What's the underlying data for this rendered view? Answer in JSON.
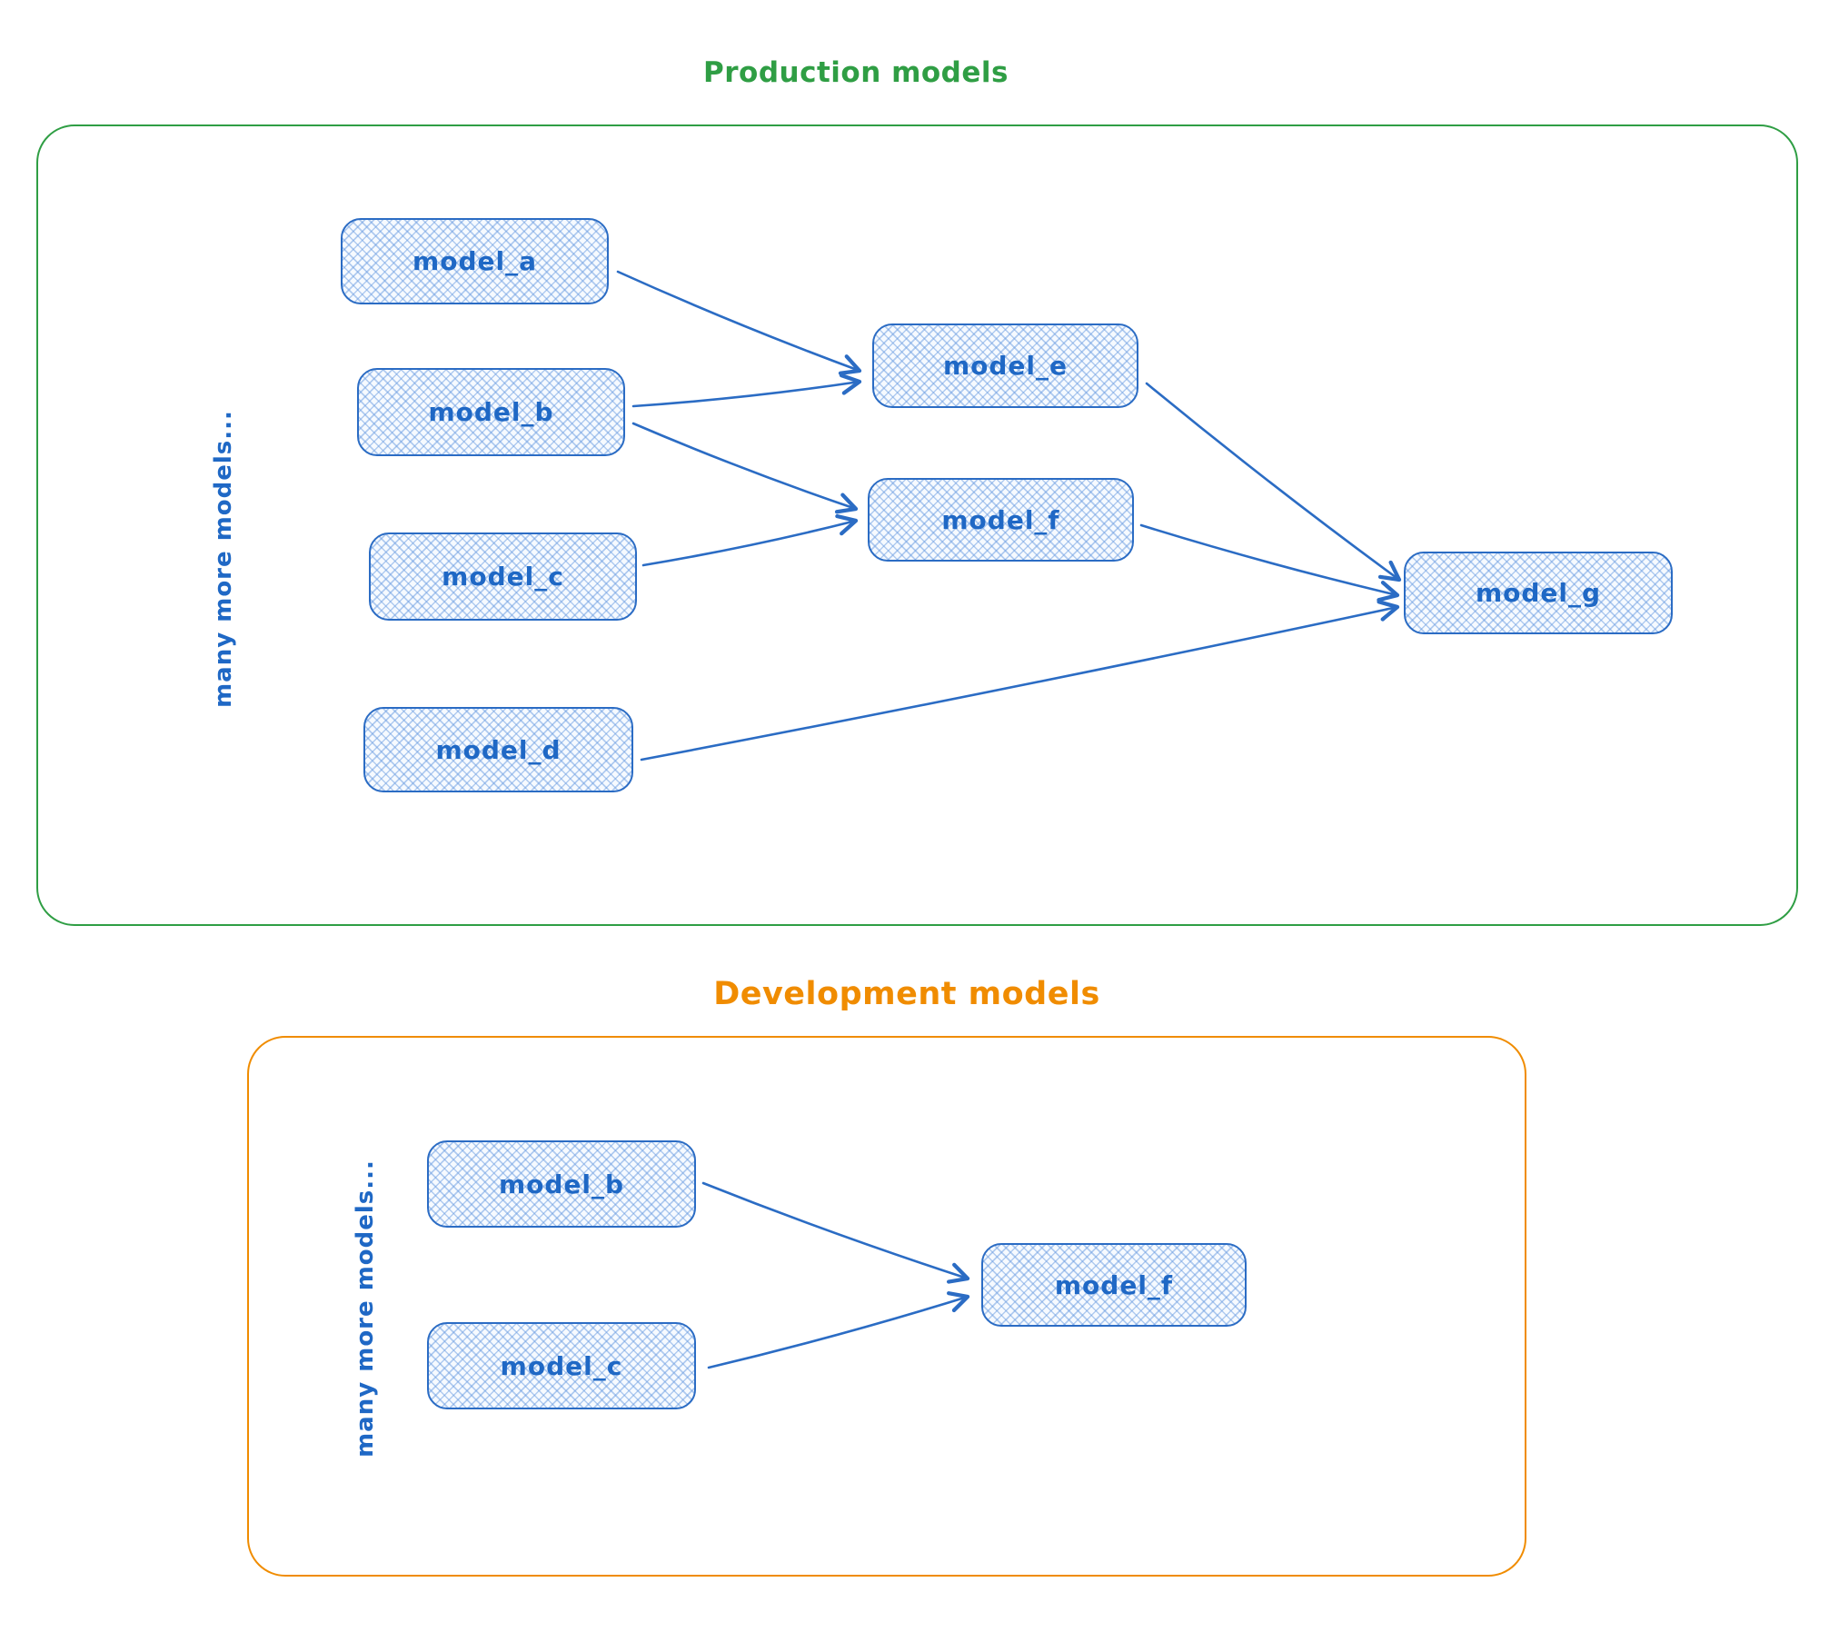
{
  "diagram": {
    "style": {
      "blue_stroke": "#2b6cc4",
      "blue_text": "#1f68c5",
      "green": "#2f9e44",
      "orange": "#f08c00",
      "node_fill": "#f6faff"
    },
    "sections": [
      {
        "id": "production",
        "title": "Production models",
        "side_label": "many more models...",
        "nodes": [
          {
            "id": "prod_model_a",
            "label": "model_a"
          },
          {
            "id": "prod_model_b",
            "label": "model_b"
          },
          {
            "id": "prod_model_c",
            "label": "model_c"
          },
          {
            "id": "prod_model_d",
            "label": "model_d"
          },
          {
            "id": "prod_model_e",
            "label": "model_e"
          },
          {
            "id": "prod_model_f",
            "label": "model_f"
          },
          {
            "id": "prod_model_g",
            "label": "model_g"
          }
        ],
        "edges": [
          {
            "from": "prod_model_a",
            "to": "prod_model_e"
          },
          {
            "from": "prod_model_b",
            "to": "prod_model_e"
          },
          {
            "from": "prod_model_b",
            "to": "prod_model_f"
          },
          {
            "from": "prod_model_c",
            "to": "prod_model_f"
          },
          {
            "from": "prod_model_e",
            "to": "prod_model_g"
          },
          {
            "from": "prod_model_f",
            "to": "prod_model_g"
          },
          {
            "from": "prod_model_d",
            "to": "prod_model_g"
          }
        ]
      },
      {
        "id": "development",
        "title": "Development models",
        "side_label": "many more models...",
        "nodes": [
          {
            "id": "dev_model_b",
            "label": "model_b"
          },
          {
            "id": "dev_model_c",
            "label": "model_c"
          },
          {
            "id": "dev_model_f",
            "label": "model_f"
          }
        ],
        "edges": [
          {
            "from": "dev_model_b",
            "to": "dev_model_f"
          },
          {
            "from": "dev_model_c",
            "to": "dev_model_f"
          }
        ]
      }
    ]
  }
}
